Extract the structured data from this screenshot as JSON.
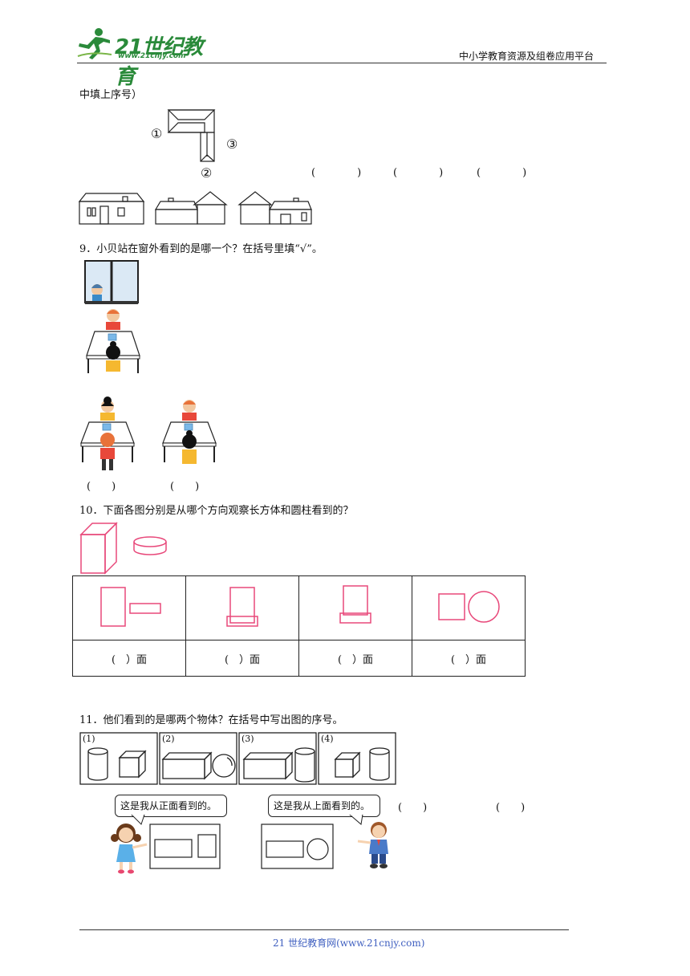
{
  "header": {
    "logo_main": "21世纪教育",
    "logo_sub": "www.21cnjy.com",
    "right_text": "中小学教育资源及组卷应用平台"
  },
  "q8": {
    "tail_text": "中填上序号）",
    "labels": [
      "①",
      "②",
      "③"
    ],
    "answer_blanks": [
      "(　　　　)",
      "(　　　　)",
      "(　　　　)"
    ]
  },
  "q9": {
    "title": "9．小贝站在窗外看到的是哪一个？在括号里填“√”。",
    "blanks": [
      "(　　)",
      "(　　)"
    ]
  },
  "q10": {
    "title": "10．下面各图分别是从哪个方向观察长方体和圆柱看到的？",
    "labels": [
      "(　）面",
      "(　）面",
      "(　）面",
      "(　）面"
    ]
  },
  "q11": {
    "title": "11．他们看到的是哪两个物体？在括号中写出图的序号。",
    "panel_labels": [
      "(1)",
      "(2)",
      "(3)",
      "(4)"
    ],
    "girl_speech": "这是我从正面看到的。",
    "boy_speech": "这是我从上面看到的。",
    "blanks": [
      "(　　)",
      "(　　)"
    ]
  },
  "footer": {
    "text": "21 世纪教育网(www.21cnjy.com)"
  },
  "colors": {
    "pink": "#e8487a",
    "green": "#2a8a3a",
    "footer_blue": "#4060c0"
  }
}
